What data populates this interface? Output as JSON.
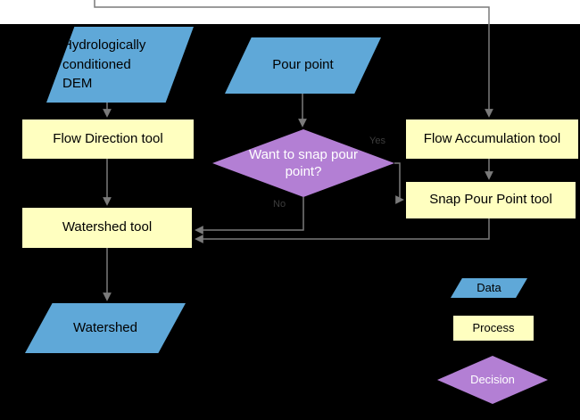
{
  "diagram": {
    "type": "flowchart",
    "colors": {
      "background": "#000000",
      "strip": "#FFFFFF",
      "data": "#5FA8D8",
      "process": "#FFFFC0",
      "decision": "#B37FD4",
      "connector": "#7A7A7A"
    },
    "nodes": {
      "dem": {
        "label": "Hydrologically conditioned DEM",
        "shape": "parallelogram",
        "role": "data"
      },
      "pour_point": {
        "label": "Pour point",
        "shape": "parallelogram",
        "role": "data"
      },
      "flow_direction": {
        "label": "Flow Direction tool",
        "shape": "rectangle",
        "role": "process"
      },
      "flow_accumulation": {
        "label": "Flow Accumulation tool",
        "shape": "rectangle",
        "role": "process"
      },
      "snap_decision": {
        "label": "Want to snap pour point?",
        "shape": "diamond",
        "role": "decision"
      },
      "snap_pour_point": {
        "label": "Snap Pour Point tool",
        "shape": "rectangle",
        "role": "process"
      },
      "watershed_tool": {
        "label": "Watershed tool",
        "shape": "rectangle",
        "role": "process"
      },
      "watershed": {
        "label": "Watershed",
        "shape": "parallelogram",
        "role": "data"
      }
    },
    "edge_labels": {
      "yes": "Yes",
      "no": "No"
    },
    "legend": {
      "data": "Data",
      "process": "Process",
      "decision": "Decision"
    }
  }
}
